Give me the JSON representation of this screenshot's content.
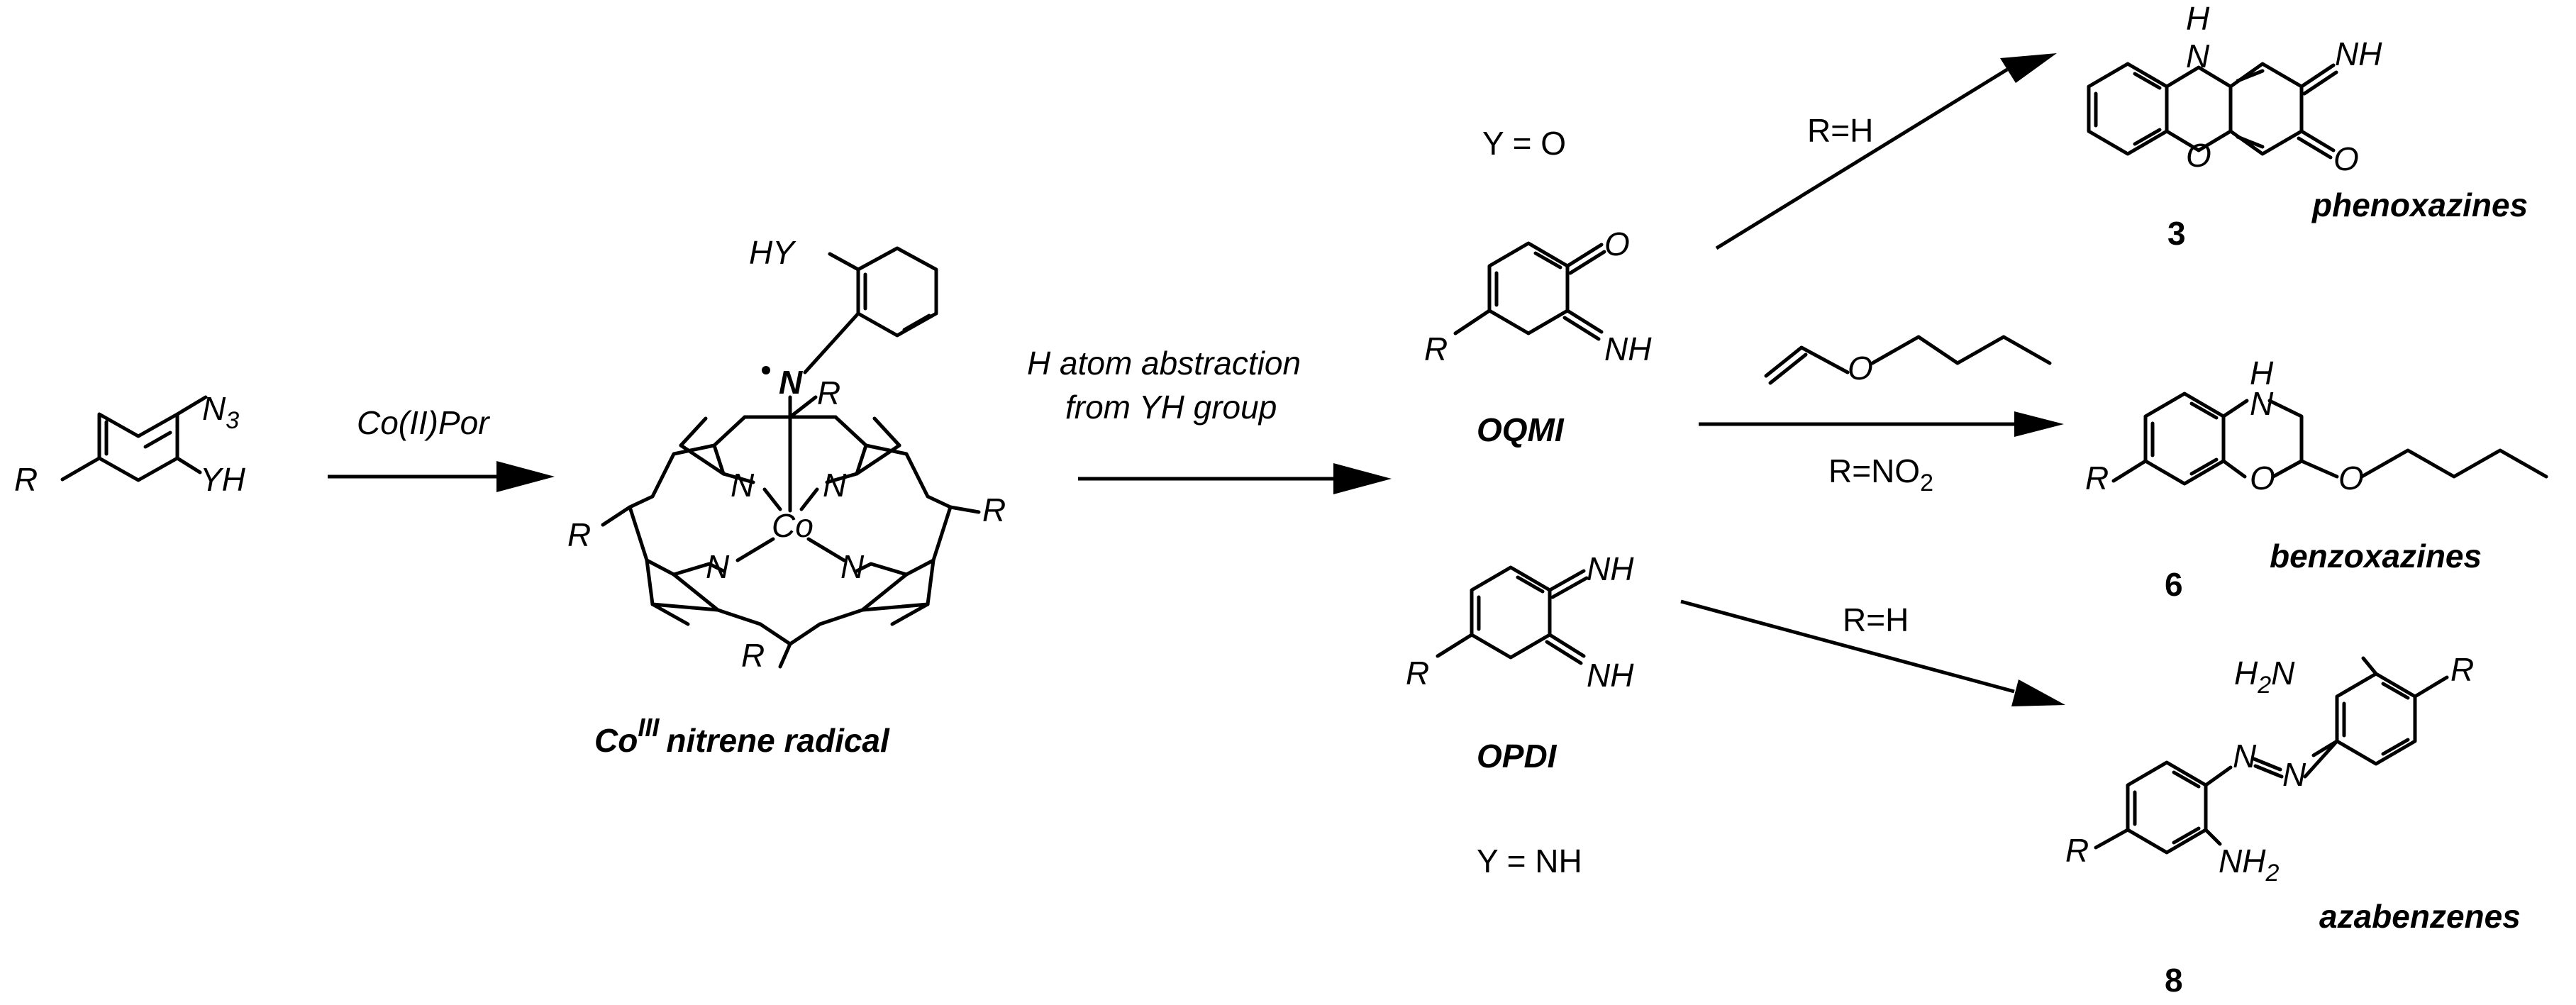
{
  "reactant": {
    "N3": "N",
    "N3_sub": "3",
    "YH": "YH",
    "R": "R"
  },
  "step1": {
    "reagent": "Co(II)Por"
  },
  "intermediate": {
    "HY": "HY",
    "N": "N",
    "R": "R",
    "Co": "Co",
    "label_main": "Co",
    "label_sup": "III",
    "label_rest": "nitrene radical",
    "accent_color": "#1a1adb"
  },
  "step2": {
    "line1": "H atom abstraction",
    "line2": "from YH group"
  },
  "branch_o": {
    "y_label": "Y = O",
    "name": "OQMI",
    "O": "O",
    "NH": "NH",
    "R": "R"
  },
  "branch_nh": {
    "y_label": "Y = NH",
    "name": "OPDI",
    "NH_top": "NH",
    "NH_bottom": "NH",
    "R": "R"
  },
  "arrows": {
    "to_phenoxazine": "R=H",
    "to_benzoxazine_main": "R=NO",
    "to_benzoxazine_sub": "2",
    "to_azabenzene": "R=H"
  },
  "products": {
    "phenoxazine": {
      "H": "H",
      "NH": "NH",
      "O_ring": "O",
      "O_keto": "O",
      "number": "3",
      "name": "phenoxazines"
    },
    "benzoxazine": {
      "H": "H",
      "N": "N",
      "O_ring": "O",
      "O_ether": "O",
      "R": "R",
      "number": "6",
      "name": "benzoxazines",
      "vinyl_O": "O"
    },
    "azabenzene": {
      "H2N": "H",
      "H2N_sub": "2",
      "H2N_N": "N",
      "N1": "N",
      "N2": "N",
      "NH2": "NH",
      "NH2_sub": "2",
      "R_top": "R",
      "R_bottom": "R",
      "number": "8",
      "name": "azabenzenes"
    }
  }
}
